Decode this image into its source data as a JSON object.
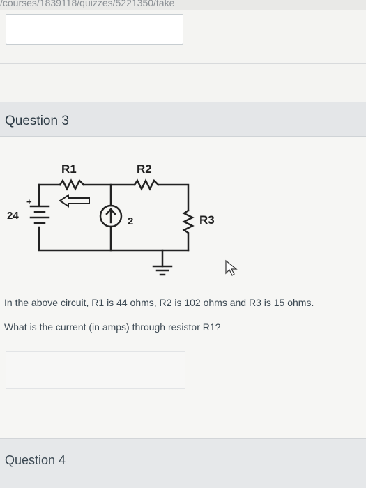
{
  "browser": {
    "url": "/courses/1839118/quizzes/5221350/take"
  },
  "quiz": {
    "question3": {
      "title": "Question 3",
      "line1": "In the above circuit, R1 is 44 ohms, R2 is 102 ohms and R3 is 15 ohms.",
      "line2": "What is the current (in amps) through resistor R1?"
    },
    "question4": {
      "title": "Question 4"
    }
  },
  "circuit": {
    "r1_label": "R1",
    "r2_label": "R2",
    "r3_label": "R3",
    "voltage_label": "24",
    "plus_label": "+",
    "current_label": "2"
  }
}
